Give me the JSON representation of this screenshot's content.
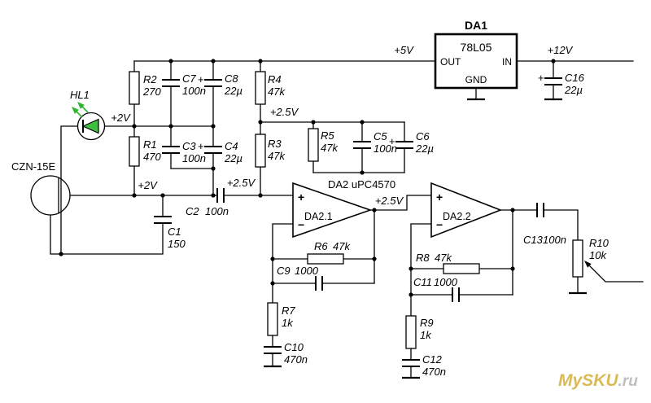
{
  "voltages": {
    "v5": "+5V",
    "v12": "+12V",
    "v2_rail": "+2V",
    "v2_mic": "+2V",
    "v25_ref": "+2.5V",
    "v25_in": "+2.5V",
    "v25_mid": "+2.5V"
  },
  "mic": {
    "ref": "CZN-15E"
  },
  "led": {
    "ref": "HL1"
  },
  "regulator": {
    "ref": "DA1",
    "part": "78L05",
    "out": "OUT",
    "in": "IN",
    "gnd": "GND"
  },
  "opamps": {
    "chip": "DA2 uPC4570",
    "a": {
      "ref": "DA2.1",
      "plus": "+",
      "minus": "−"
    },
    "b": {
      "ref": "DA2.2",
      "plus": "+",
      "minus": "−"
    }
  },
  "resistors": {
    "r1": {
      "ref": "R1",
      "val": "470"
    },
    "r2": {
      "ref": "R2",
      "val": "270"
    },
    "r3": {
      "ref": "R3",
      "val": "47k"
    },
    "r4": {
      "ref": "R4",
      "val": "47k"
    },
    "r5": {
      "ref": "R5",
      "val": "47k"
    },
    "r6": {
      "ref": "R6",
      "val": "47k"
    },
    "r7": {
      "ref": "R7",
      "val": "1k"
    },
    "r8": {
      "ref": "R8",
      "val": "47k"
    },
    "r9": {
      "ref": "R9",
      "val": "1k"
    },
    "r10": {
      "ref": "R10",
      "val": "10k"
    }
  },
  "capacitors": {
    "c1": {
      "ref": "C1",
      "val": "150"
    },
    "c2": {
      "ref": "C2",
      "val": "100n"
    },
    "c3": {
      "ref": "C3",
      "val": "100n"
    },
    "c4": {
      "ref": "C4",
      "val": "22µ",
      "pol": "+"
    },
    "c5": {
      "ref": "C5",
      "val": "100n"
    },
    "c6": {
      "ref": "C6",
      "val": "22µ",
      "pol": "+"
    },
    "c7": {
      "ref": "C7",
      "val": "100n"
    },
    "c8": {
      "ref": "C8",
      "val": "22µ",
      "pol": "+"
    },
    "c9": {
      "ref": "C9",
      "val": "1000"
    },
    "c10": {
      "ref": "C10",
      "val": "470n"
    },
    "c11": {
      "ref": "C11",
      "val": "1000"
    },
    "c12": {
      "ref": "C12",
      "val": "470n"
    },
    "c13": {
      "ref": "C13",
      "val": "100n"
    },
    "c16": {
      "ref": "C16",
      "val": "22µ",
      "pol": "+"
    }
  },
  "watermark": {
    "brand": "MySKU",
    "tld": ".ru"
  },
  "colors": {
    "background": "#ffffff",
    "wire": "#000000",
    "led_green": "#3fbf3f",
    "watermark_gold": "#d4af37",
    "watermark_gray": "#b5b5b5"
  }
}
